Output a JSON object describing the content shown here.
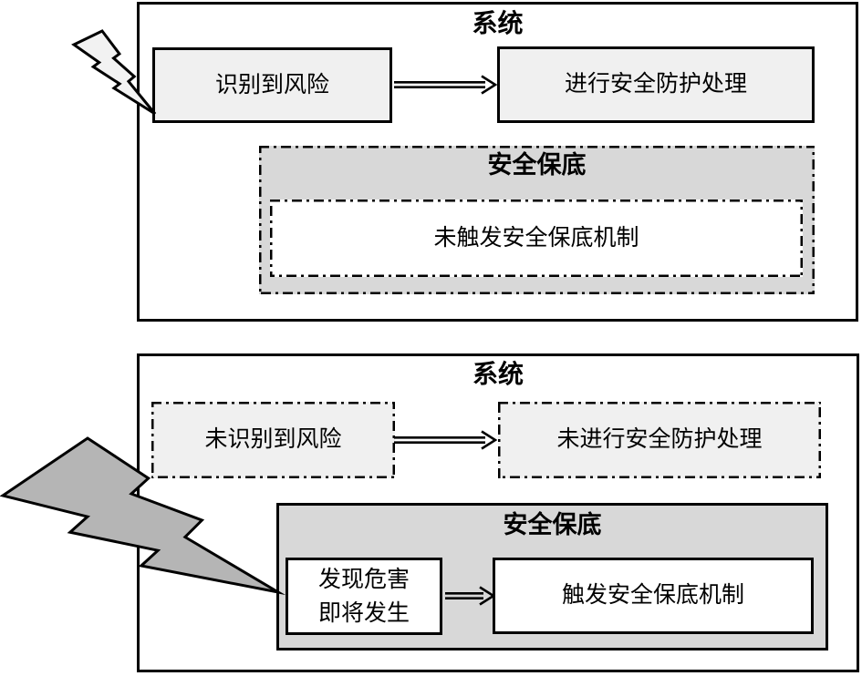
{
  "colors": {
    "border": "#000000",
    "box_fill": "#f0f0f0",
    "container_fill": "#d8d8d8",
    "inner_box_fill": "#ffffff",
    "bolt_small_fill": "#f2f2f2",
    "bolt_large_fill": "#b5b5b5"
  },
  "scenario_top": {
    "system_label": "系统",
    "risk_label": "识别到风险",
    "protection_label": "进行安全防护处理",
    "fallback": {
      "title": "安全保底",
      "status_label": "未触发安全保底机制"
    }
  },
  "scenario_bottom": {
    "system_label": "系统",
    "risk_label": "未识别到风险",
    "protection_label": "未进行安全防护处理",
    "fallback": {
      "title": "安全保底",
      "hazard_lines": [
        "发现危害",
        "即将发生"
      ],
      "trigger_label": "触发安全保底机制"
    }
  },
  "icons": {
    "lightning_small": "lightning-bolt",
    "lightning_large": "lightning-bolt"
  }
}
